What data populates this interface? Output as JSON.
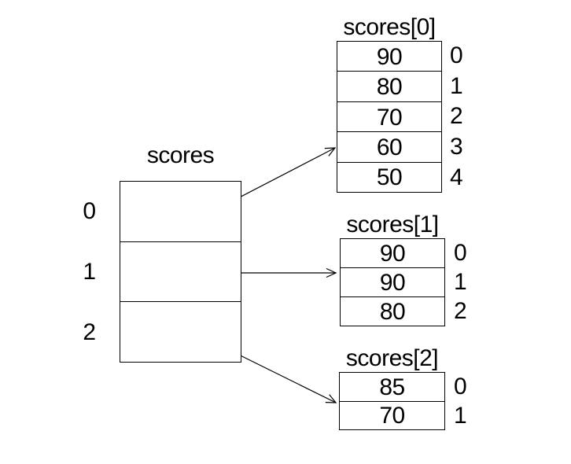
{
  "main_array": {
    "title": "scores",
    "indices": [
      "0",
      "1",
      "2"
    ]
  },
  "sub_arrays": [
    {
      "title": "scores[0]",
      "values": [
        "90",
        "80",
        "70",
        "60",
        "50"
      ],
      "indices": [
        "0",
        "1",
        "2",
        "3",
        "4"
      ]
    },
    {
      "title": "scores[1]",
      "values": [
        "90",
        "90",
        "80"
      ],
      "indices": [
        "0",
        "1",
        "2"
      ]
    },
    {
      "title": "scores[2]",
      "values": [
        "85",
        "70"
      ],
      "indices": [
        "0",
        "1"
      ]
    }
  ],
  "arrows": [
    {
      "from": "scores element 0",
      "to": "scores[0]"
    },
    {
      "from": "scores element 1",
      "to": "scores[1]"
    },
    {
      "from": "scores element 2",
      "to": "scores[2]"
    }
  ],
  "colors": {
    "line": "#000000",
    "text": "#000000",
    "background": "#ffffff"
  }
}
